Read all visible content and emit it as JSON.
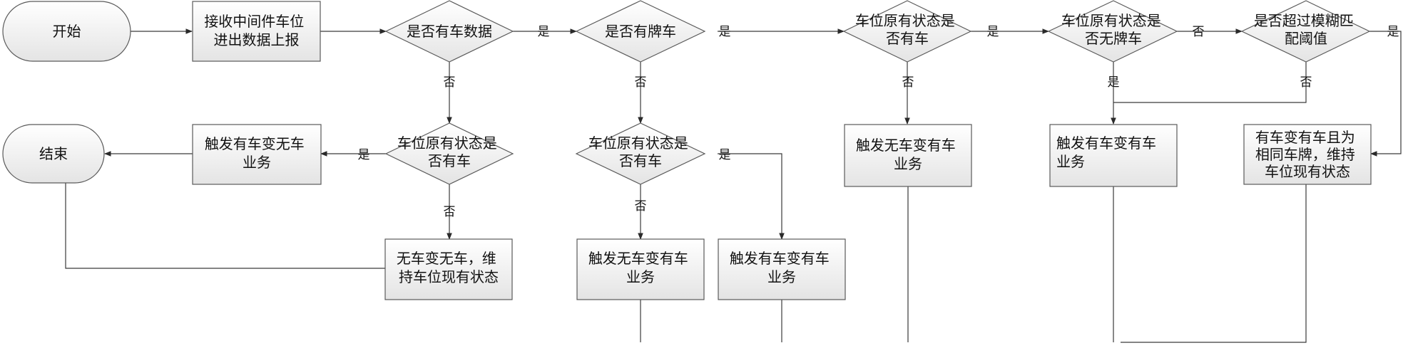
{
  "nodes": {
    "start": "开始",
    "end": "结束",
    "receive": [
      "接收中间件车位",
      "进出数据上报"
    ],
    "has_car_data": [
      "是否有车数据"
    ],
    "has_plate": [
      "是否有牌车"
    ],
    "prev_car_a": [
      "车位原有状态是",
      "否有车"
    ],
    "prev_noplate": [
      "车位原有状态是",
      "否无牌车"
    ],
    "over_threshold": [
      "是否超过模糊匹",
      "配阈值"
    ],
    "prev_car_b": [
      "车位原有状态是",
      "否有车"
    ],
    "prev_car_c": [
      "车位原有状态是",
      "否有车"
    ],
    "trig_have_to_none": [
      "触发有车变无车",
      "业务"
    ],
    "none_to_none": [
      "无车变无车，维",
      "持车位现有状态"
    ],
    "trig_none_to_have_1": [
      "触发无车变有车",
      "业务"
    ],
    "trig_have_to_have_1": [
      "触发有车变有车",
      "业务"
    ],
    "trig_none_to_have_2": [
      "触发无车变有车",
      "业务"
    ],
    "trig_have_to_have_2": [
      "触发有车变有车",
      "业务"
    ],
    "have_same_plate": [
      "有车变有车且为",
      "相同车牌，维持",
      "车位现有状态"
    ]
  },
  "edge_labels": {
    "yes": "是",
    "no": "否"
  }
}
